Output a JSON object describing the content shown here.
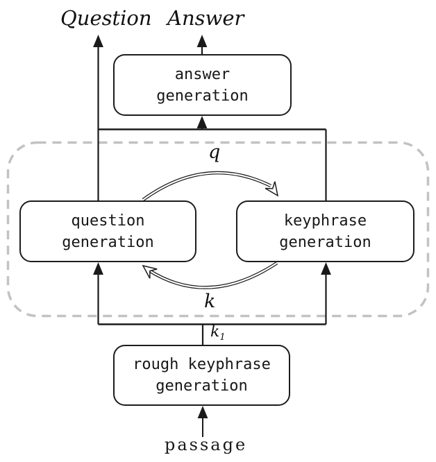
{
  "labels": {
    "question_output": "Question",
    "answer_output": "Answer",
    "q_edge": "q",
    "k_edge": "k",
    "k1_base": "k",
    "k1_sub": "1",
    "passage_input": "passage"
  },
  "boxes": {
    "answer_generation": "answer\ngeneration",
    "question_generation": "question\ngeneration",
    "keyphrase_generation": "keyphrase\ngeneration",
    "rough_keyphrase_generation": "rough keyphrase\ngeneration"
  },
  "colors": {
    "line": "#1a1a1a",
    "dashed_region_border": "#c2c2c2",
    "background": "#ffffff",
    "text": "#111111"
  }
}
